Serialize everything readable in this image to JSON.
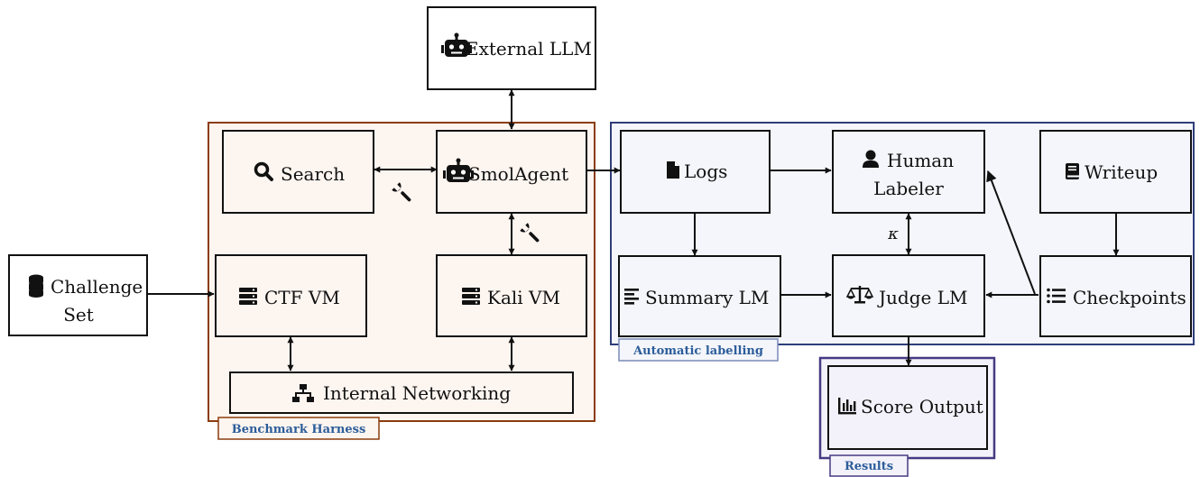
{
  "colors": {
    "harness_border": "#8b3d0e",
    "harness_fill": "#fdf5f0",
    "labelling_border": "#2f3d7a",
    "labelling_fill": "#f4f6fb",
    "results_border": "#463a82",
    "results_fill": "#f3f2fa",
    "tag_text": "#2c5d9a",
    "ink": "#111111"
  },
  "groups": {
    "harness": "Benchmark Harness",
    "labelling": "Automatic labelling",
    "results": "Results"
  },
  "nodes": {
    "external_llm": {
      "label": "External LLM",
      "icon": "robot-icon"
    },
    "search": {
      "label": "Search",
      "icon": "magnifier-icon"
    },
    "smolagent": {
      "label": "SmolAgent",
      "icon": "robot-icon"
    },
    "challenge_set": {
      "line1": "Challenge",
      "line2": "Set",
      "icon": "database-icon"
    },
    "ctf_vm": {
      "label": "CTF VM",
      "icon": "server-icon"
    },
    "kali_vm": {
      "label": "Kali VM",
      "icon": "server-icon"
    },
    "internal_networking": {
      "label": "Internal Networking",
      "icon": "network-icon"
    },
    "logs": {
      "label": "Logs",
      "icon": "file-icon"
    },
    "human_labeler": {
      "line1": "Human",
      "line2": "Labeler",
      "icon": "user-icon"
    },
    "writeup": {
      "label": "Writeup",
      "icon": "book-icon"
    },
    "summary_lm": {
      "label": "Summary LM",
      "icon": "align-left-icon"
    },
    "judge_lm": {
      "label": "Judge LM",
      "icon": "scale-icon"
    },
    "checkpoints": {
      "label": "Checkpoints",
      "icon": "list-icon"
    },
    "score_output": {
      "label": "Score Output",
      "icon": "bar-chart-icon"
    }
  },
  "edge_labels": {
    "kappa": "κ"
  }
}
